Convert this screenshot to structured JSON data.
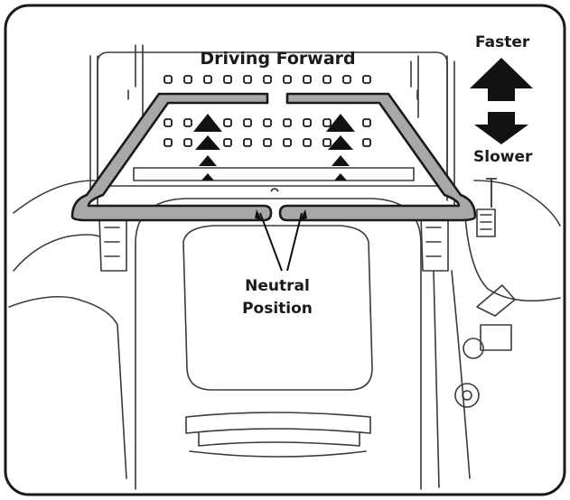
{
  "labels": {
    "driving_forward": "Driving Forward",
    "faster": "Faster",
    "slower": "Slower",
    "neutral_line1": "Neutral",
    "neutral_line2": "Position"
  },
  "colors": {
    "outline": "#1a1a1a",
    "line": "#3a3a3a",
    "lever_fill": "#a8a8a8",
    "background": "#ffffff"
  }
}
